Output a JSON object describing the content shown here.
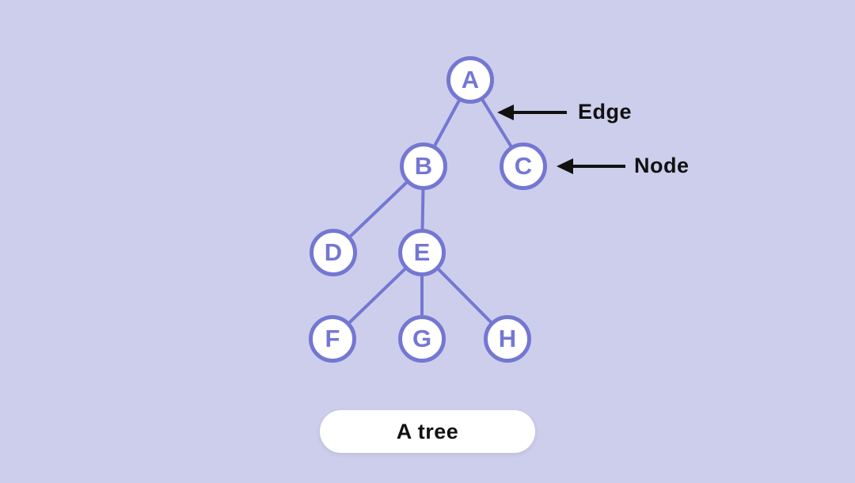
{
  "diagram": {
    "caption": "A tree",
    "annotations": {
      "edge_label": "Edge",
      "node_label": "Node"
    },
    "tree": {
      "nodes": [
        "A",
        "B",
        "C",
        "D",
        "E",
        "F",
        "G",
        "H"
      ],
      "edges": [
        [
          "A",
          "B"
        ],
        [
          "A",
          "C"
        ],
        [
          "B",
          "D"
        ],
        [
          "B",
          "E"
        ],
        [
          "E",
          "F"
        ],
        [
          "E",
          "G"
        ],
        [
          "E",
          "H"
        ]
      ],
      "root": "A"
    },
    "colors": {
      "background": "#cdceeb",
      "node_border": "#7477d2",
      "node_fill": "#ffffff",
      "node_letter": "#7477d2",
      "edge_line": "#7477d2",
      "arrow": "#111111",
      "annotation_text": "#111111",
      "caption_background": "#ffffff",
      "caption_text": "#111111"
    }
  }
}
